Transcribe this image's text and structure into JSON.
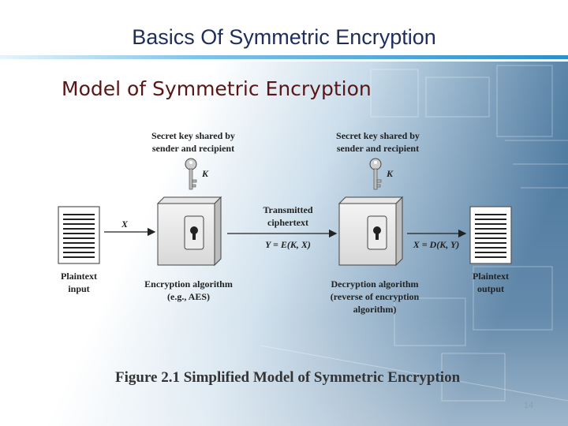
{
  "slide": {
    "title": "Basics Of Symmetric Encryption",
    "subtitle": "Model of Symmetric Encryption",
    "page_number": "14"
  },
  "diagram": {
    "key_label_left": [
      "Secret key shared by",
      "sender and recipient"
    ],
    "key_label_right": [
      "Secret key shared by",
      "sender and recipient"
    ],
    "key_symbol": "K",
    "x_symbol": "X",
    "transmitted": [
      "Transmitted",
      "ciphertext"
    ],
    "enc_formula": "Y = E(K, X)",
    "dec_formula": "X = D(K, Y)",
    "plaintext_input": [
      "Plaintext",
      "input"
    ],
    "plaintext_output": [
      "Plaintext",
      "output"
    ],
    "encryption_algorithm": [
      "Encryption algorithm",
      "(e.g., AES)"
    ],
    "decryption_algorithm": [
      "Decryption algorithm",
      "(reverse of encryption",
      "algorithm)"
    ],
    "caption": "Figure 2.1  Simplified Model of Symmetric Encryption"
  },
  "colors": {
    "title": "#1f2d5c",
    "subtitle": "#5a1616",
    "accent_rule": "#2b8fca"
  }
}
